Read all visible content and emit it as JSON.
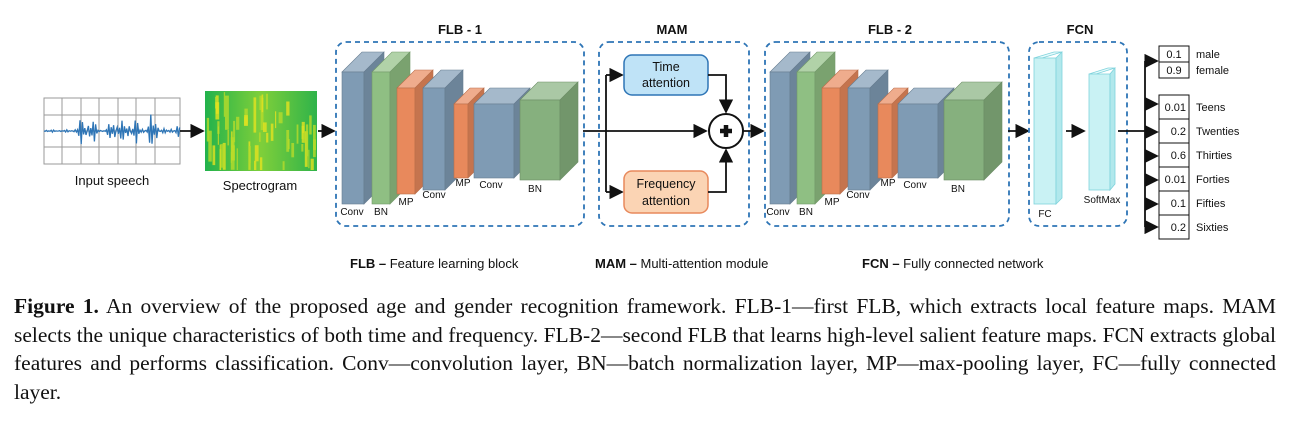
{
  "blocks": {
    "flb1": {
      "title": "FLB - 1",
      "layers": [
        "Conv",
        "BN",
        "MP",
        "Conv",
        "MP",
        "Conv",
        "BN"
      ]
    },
    "mam": {
      "title": "MAM",
      "time": [
        "Time",
        "attention"
      ],
      "freq": [
        "Frequency",
        "attention"
      ]
    },
    "flb2": {
      "title": "FLB - 2",
      "layers": [
        "Conv",
        "BN",
        "MP",
        "Conv",
        "MP",
        "Conv",
        "BN"
      ]
    },
    "fcn": {
      "title": "FCN",
      "fc": "FC",
      "softmax": "SoftMax"
    }
  },
  "inputs": {
    "speech": "Input speech",
    "spectrogram": "Spectrogram"
  },
  "gender": [
    {
      "value": "0.1",
      "label": "male"
    },
    {
      "value": "0.9",
      "label": "female"
    }
  ],
  "age": [
    {
      "value": "0.01",
      "label": "Teens"
    },
    {
      "value": "0.2",
      "label": "Twenties"
    },
    {
      "value": "0.6",
      "label": "Thirties"
    },
    {
      "value": "0.01",
      "label": "Forties"
    },
    {
      "value": "0.1",
      "label": "Fifties"
    },
    {
      "value": "0.2",
      "label": "Sixties"
    }
  ],
  "legend": {
    "flb": {
      "abbr": "FLB –",
      "text": " Feature learning block"
    },
    "mam": {
      "abbr": "MAM –",
      "text": " Multi-attention module"
    },
    "fcn": {
      "abbr": "FCN –",
      "text": " Fully connected network"
    }
  },
  "caption": {
    "label": "Figure 1.",
    "text": " An overview of the proposed age and gender recognition framework. FLB-1—first FLB, which extracts local feature maps. MAM selects the unique characteristics of both time and frequency. FLB-2—second FLB that learns high-level salient feature maps. FCN extracts global features and performs classification. Conv—convolution layer, BN—batch normalization layer, MP—max-pooling layer, FC—fully connected layer."
  },
  "colors": {
    "conv": "#7f9bb4",
    "bn": "#8fbf83",
    "mp": "#e8895c",
    "bn_big": "#86b07e",
    "dashed_border": "#2e75b6",
    "time_box": "#bfe3f7",
    "freq_box": "#fbd4b4",
    "fc": "#c9f2f4",
    "waveform": "#2e75b6"
  }
}
